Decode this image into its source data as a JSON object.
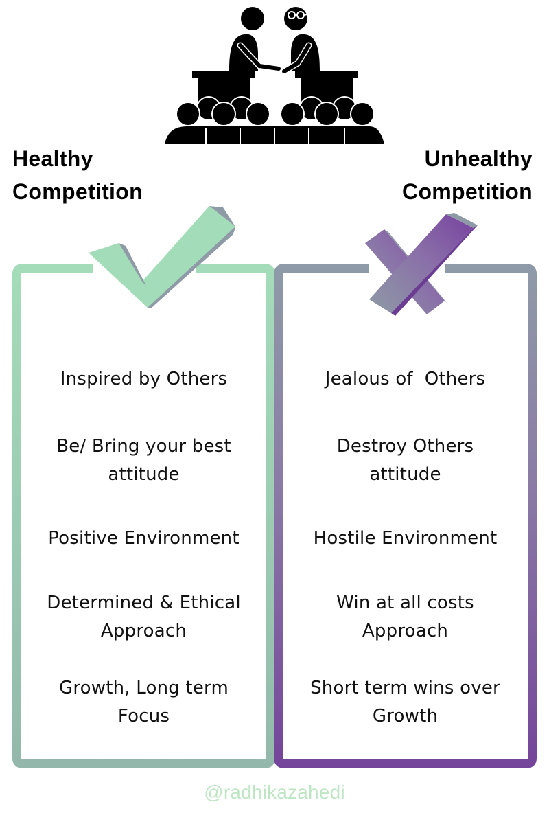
{
  "hero": {
    "icon": "debate-handshake-icon",
    "description": "two speakers at podiums shaking hands above an audience"
  },
  "left": {
    "title_line1": "Healthy",
    "title_line2": "Competition",
    "mark_icon": "checkmark-icon",
    "colors": {
      "border_top": "#a4dcb9",
      "border_bottom": "#93b8ab",
      "mark": "#a3dcb8",
      "mark_shadow": "#8e9aa6"
    },
    "items": [
      {
        "line1": "Inspired by Others",
        "line2": ""
      },
      {
        "line1": "Be/ Bring your best",
        "line2": "attitude"
      },
      {
        "line1": "Positive Environment",
        "line2": ""
      },
      {
        "line1": "Determined & Ethical",
        "line2": "Approach"
      },
      {
        "line1": "Growth, Long term",
        "line2": "Focus"
      }
    ]
  },
  "right": {
    "title_line1": "Unhealthy",
    "title_line2": "Competition",
    "mark_icon": "cross-x-icon",
    "colors": {
      "border_top": "#8f9ba8",
      "border_bottom": "#74449a",
      "mark": "#7d4fa3",
      "mark_shadow": "#8e9aa6"
    },
    "items": [
      {
        "line1": "Jealous of  Others",
        "line2": ""
      },
      {
        "line1": "Destroy Others",
        "line2": "attitude"
      },
      {
        "line1": "Hostile Environment",
        "line2": ""
      },
      {
        "line1": "Win at all costs",
        "line2": "Approach"
      },
      {
        "line1": "Short term wins over",
        "line2": "Growth"
      }
    ]
  },
  "footer": {
    "handle": "@radhikazahedi",
    "color": "#bfe6c4"
  }
}
